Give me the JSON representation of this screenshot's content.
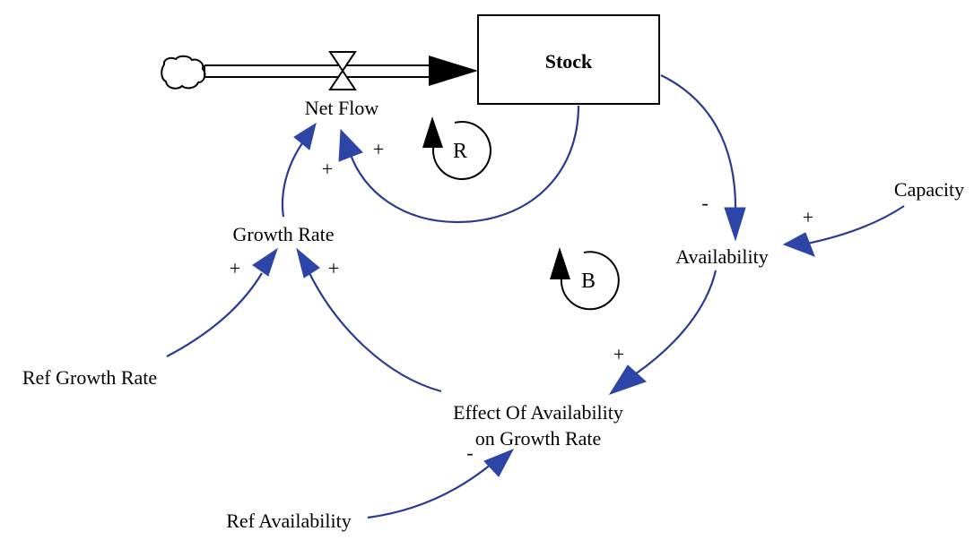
{
  "diagram": {
    "stock": {
      "label": "Stock"
    },
    "variables": {
      "net_flow": "Net Flow",
      "growth_rate": "Growth Rate",
      "ref_growth_rate": "Ref Growth Rate",
      "effect_line1": "Effect Of Availability",
      "effect_line2": "on Growth Rate",
      "availability": "Availability",
      "capacity": "Capacity",
      "ref_availability": "Ref Availability"
    },
    "loops": {
      "reinforcing": "R",
      "balancing": "B"
    },
    "polarities": {
      "stock_to_netflow": "+",
      "growth_to_netflow": "+",
      "ref_growth_to_growth": "+",
      "effect_to_growth": "+",
      "stock_to_availability": "-",
      "capacity_to_availability": "+",
      "availability_to_effect": "+",
      "ref_availability_to_effect": "-"
    },
    "colors": {
      "link": "#2b3a8f",
      "arrowhead": "#2e45a8",
      "outline": "#000000"
    }
  }
}
